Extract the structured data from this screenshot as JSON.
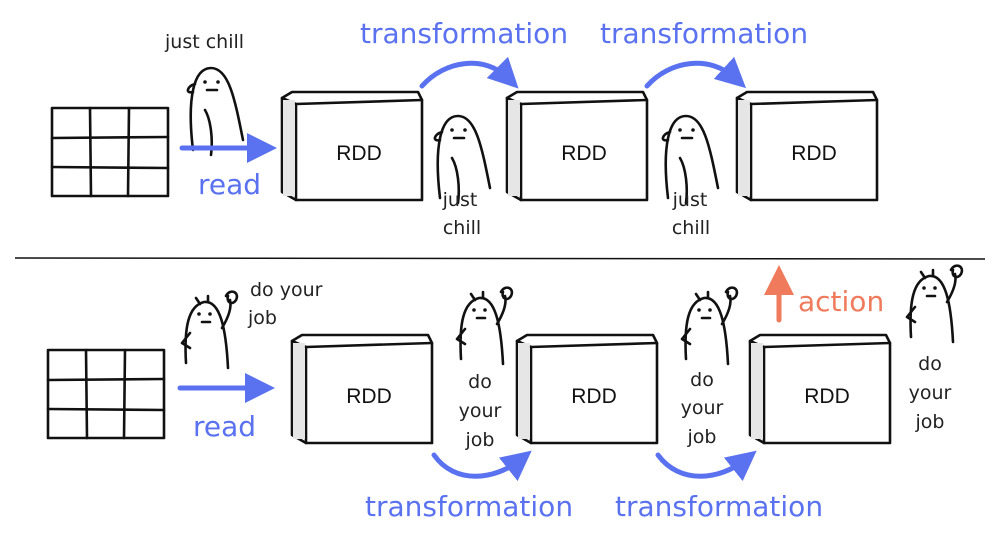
{
  "colors": {
    "accent_blue": "#5a72f0",
    "action_orange": "#f07a5c"
  },
  "top": {
    "mood": "just chill",
    "read_label": "read",
    "rdd_labels": [
      "RDD",
      "RDD",
      "RDD"
    ],
    "transformation_labels": [
      "transformation",
      "transformation"
    ],
    "chill_line1": "just",
    "chill_line2": "chill"
  },
  "bottom": {
    "job_line1": "do your",
    "job_line2": "job",
    "read_label": "read",
    "rdd_labels": [
      "RDD",
      "RDD",
      "RDD"
    ],
    "transformation_labels": [
      "transformation",
      "transformation"
    ],
    "action_label": "action",
    "stack_do": "do",
    "stack_your": "your",
    "stack_job": "job"
  }
}
